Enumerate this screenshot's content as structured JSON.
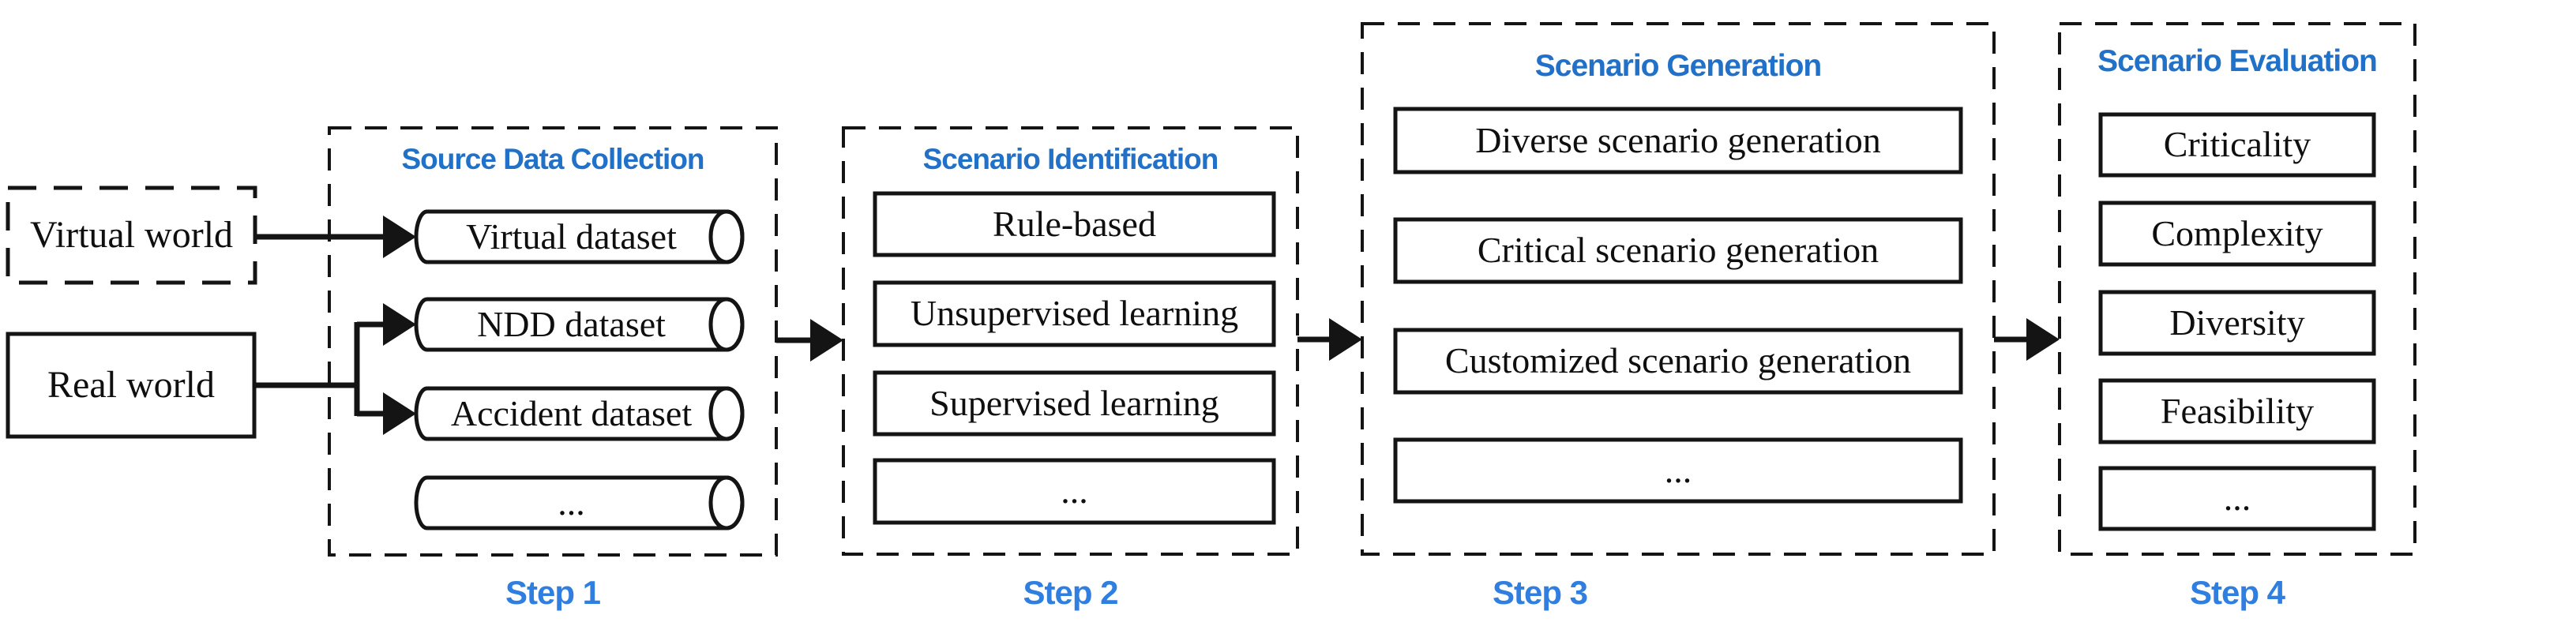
{
  "colors": {
    "title_blue": "#2271C8",
    "step_blue": "#2F7EE0",
    "line_black": "#141414"
  },
  "left_sources": {
    "virtual_world": "Virtual world",
    "real_world": "Real world"
  },
  "steps": [
    {
      "title": "Source Data Collection",
      "step_label": "Step 1",
      "item_shape": "cylinder",
      "items": [
        "Virtual dataset",
        "NDD dataset",
        "Accident dataset",
        "..."
      ]
    },
    {
      "title": "Scenario Identification",
      "step_label": "Step 2",
      "item_shape": "rectangle",
      "items": [
        "Rule-based",
        "Unsupervised learning",
        "Supervised learning",
        "..."
      ]
    },
    {
      "title": "Scenario Generation",
      "step_label": "Step 3",
      "item_shape": "rectangle",
      "items": [
        "Diverse scenario generation",
        "Critical scenario generation",
        "Customized scenario generation",
        "..."
      ]
    },
    {
      "title": "Scenario Evaluation",
      "step_label": "Step 4",
      "item_shape": "rectangle",
      "items": [
        "Criticality",
        "Complexity",
        "Diversity",
        "Feasibility",
        "..."
      ]
    }
  ]
}
